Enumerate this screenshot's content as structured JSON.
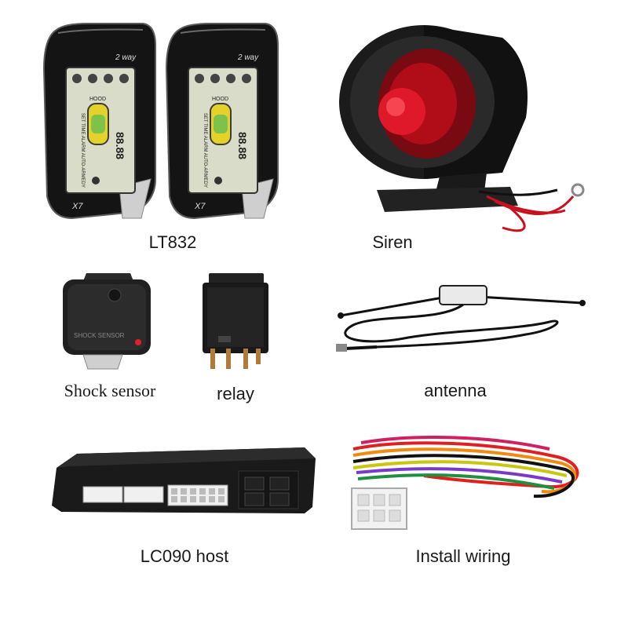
{
  "remote": {
    "label": "LT832",
    "model_text": "X7",
    "header_text": "2 way",
    "lcd_side_text": "SET TIME ALARM AUTO-ARMEDY",
    "lcd_digits_top": "88.88",
    "lcd_digits_bottom": "88.88",
    "hood_text": "HOOD"
  },
  "siren": {
    "label": "Siren"
  },
  "shock_sensor": {
    "label": "Shock sensor",
    "embossed_text": "SHOCK SENSOR"
  },
  "relay": {
    "label": "relay"
  },
  "antenna": {
    "label": "antenna"
  },
  "host": {
    "label": "LC090 host"
  },
  "wiring": {
    "label": "Install wiring"
  },
  "colors": {
    "siren_red": "#c8101e",
    "device_black": "#1c1c1c",
    "lcd_green": "#7fc24a",
    "lcd_yellow": "#e4d12a"
  }
}
